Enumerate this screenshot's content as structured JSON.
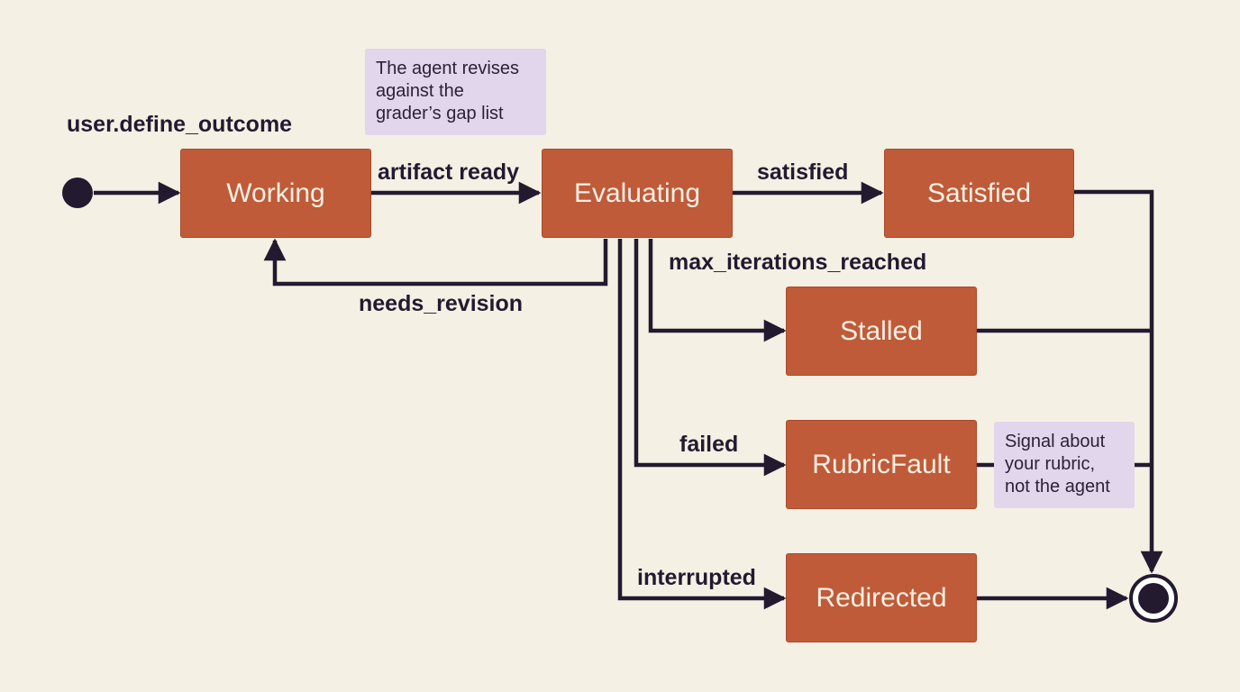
{
  "colors": {
    "background": "#f5f0e4",
    "state_fill": "#bf5b39",
    "state_text": "#f8efe4",
    "note_fill": "#e2d6ec",
    "edge": "#231a30"
  },
  "states": {
    "working": "Working",
    "evaluating": "Evaluating",
    "satisfied": "Satisfied",
    "stalled": "Stalled",
    "rubricfault": "RubricFault",
    "redirected": "Redirected"
  },
  "transitions": {
    "start": "user.define_outcome",
    "artifact_ready": "artifact ready",
    "needs_revision": "needs_revision",
    "satisfied": "satisfied",
    "max_iterations": "max_iterations_reached",
    "failed": "failed",
    "interrupted": "interrupted"
  },
  "notes": {
    "revise": [
      "The agent revises",
      "against the",
      "grader’s gap list"
    ],
    "rubric": [
      "Signal about",
      "your rubric,",
      "not the agent"
    ]
  }
}
